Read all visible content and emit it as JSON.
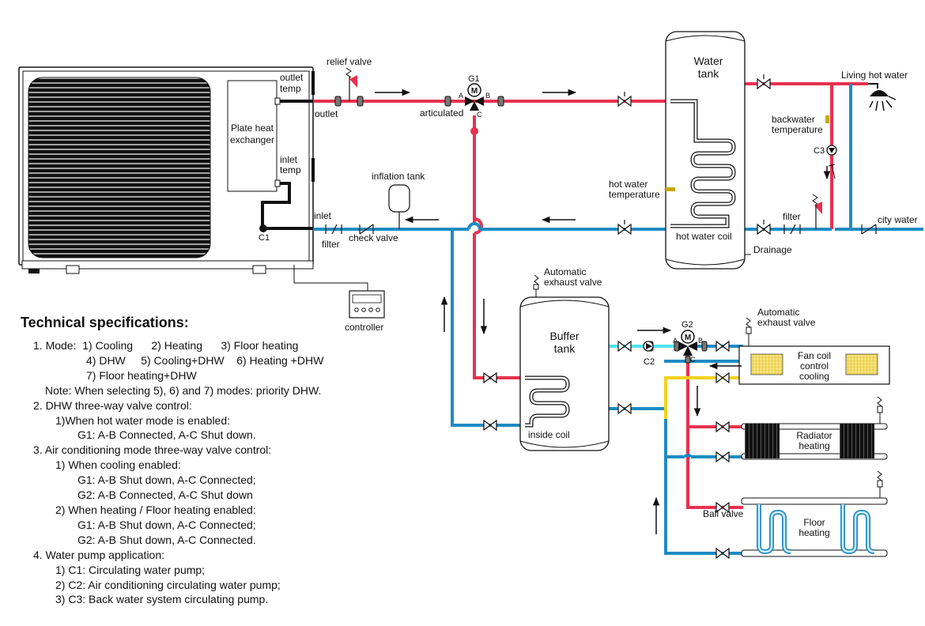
{
  "colors": {
    "hot": "#e8314f",
    "cold": "#1f8bc2",
    "cyan": "#4fe3ef",
    "yellow": "#f3d21c",
    "black": "#111111"
  },
  "labels": {
    "outlet_temp": [
      "outlet",
      "temp"
    ],
    "plate_hx": [
      "Plate heat",
      "exchanger"
    ],
    "inlet_temp": [
      "inlet",
      "temp"
    ],
    "outlet": "outlet",
    "inlet": "inlet",
    "filter_left": "filter",
    "check_valve": "check valve",
    "inflation_tank": "inflation tank",
    "relief_valve": "relief valve",
    "articulated": "articulated",
    "g1": "G1",
    "g2": "G2",
    "c1": "C1",
    "c2": "C2",
    "c3": "C3",
    "port_a": "A",
    "port_b": "B",
    "port_c": "C",
    "motor_m": "M",
    "controller": "controller",
    "water_tank": [
      "Water",
      "tank"
    ],
    "hot_water_temp": [
      "hot water",
      "temperature"
    ],
    "hot_water_coil": "hot water coil",
    "drainage": "Drainage",
    "backwater_temp": [
      "backwater",
      "temperature"
    ],
    "living_hot_water": "Living hot water",
    "filter_right": "filter",
    "city_water": "city water",
    "auto_exhaust_1": [
      "Automatic",
      "exhaust valve"
    ],
    "auto_exhaust_2": [
      "Automatic",
      "exhaust valve"
    ],
    "buffer_tank": [
      "Buffer",
      "tank"
    ],
    "inside_coil": "inside coil",
    "fan_coil": [
      "Fan coil",
      "control",
      "cooling"
    ],
    "radiator": [
      "Radiator",
      "heating"
    ],
    "floor_heating": [
      "Floor",
      "heating"
    ],
    "ball_valve": "Ball valve"
  },
  "specs": {
    "title": "Technical specifications:",
    "lines": [
      {
        "indent": 16,
        "text": "1. Mode:  1) Cooling      2) Heating      3) Floor heating"
      },
      {
        "indent": 83,
        "text": "4) DHW     5) Cooling+DHW    6) Heating +DHW"
      },
      {
        "indent": 83,
        "text": "7) Floor heating+DHW"
      },
      {
        "indent": 31,
        "text": "Note: When selecting 5), 6) and 7) modes: priority DHW."
      },
      {
        "indent": 16,
        "text": "2. DHW three-way valve control:"
      },
      {
        "indent": 44,
        "text": "1)When hot water mode is enabled:"
      },
      {
        "indent": 72,
        "text": "G1: A-B Connected, A-C Shut down."
      },
      {
        "indent": 16,
        "text": "3. Air conditioning mode three-way valve control:"
      },
      {
        "indent": 44,
        "text": "1) When cooling enabled:"
      },
      {
        "indent": 72,
        "text": "G1: A-B Shut down, A-C Connected;"
      },
      {
        "indent": 72,
        "text": "G2: A-B Connected, A-C Shut down"
      },
      {
        "indent": 44,
        "text": "2) When heating / Floor heating enabled:"
      },
      {
        "indent": 72,
        "text": "G1: A-B Shut down, A-C Connected;"
      },
      {
        "indent": 72,
        "text": "G2: A-B Shut down, A-C Connected."
      },
      {
        "indent": 16,
        "text": "4. Water pump application:"
      },
      {
        "indent": 44,
        "text": "1) C1: Circulating water pump;"
      },
      {
        "indent": 44,
        "text": "2) C2: Air conditioning circulating water pump;"
      },
      {
        "indent": 44,
        "text": "3) C3: Back water system circulating pump."
      }
    ]
  }
}
